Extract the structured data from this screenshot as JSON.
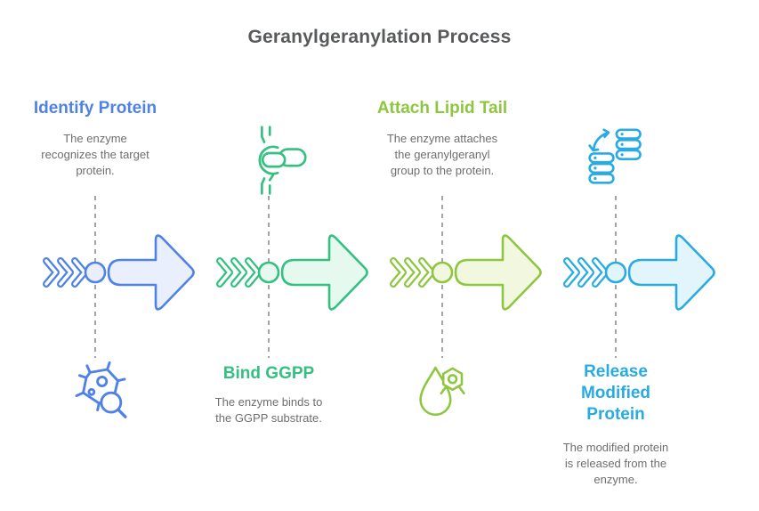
{
  "title": "Geranylgeranylation Process",
  "steps": [
    {
      "title": "Identify Protein",
      "description": "The enzyme\nrecognizes the target\nprotein.",
      "accent": "#4f82e8",
      "arrow_fill": "#e9effc",
      "icon": "microbe-search-icon",
      "text_position": "top",
      "icon_position": "bottom"
    },
    {
      "title": "Bind GGPP",
      "description": "The enzyme binds to\nthe GGPP substrate.",
      "accent": "#34c081",
      "arrow_fill": "#e6f9ef",
      "icon": "receptor-binding-icon",
      "text_position": "bottom",
      "icon_position": "top"
    },
    {
      "title": "Attach Lipid Tail",
      "description": "The enzyme attaches\nthe geranylgeranyl\ngroup to the protein.",
      "accent": "#8dc63f",
      "arrow_fill": "#f2f8e0",
      "icon": "lipid-droplet-icon",
      "text_position": "top",
      "icon_position": "bottom"
    },
    {
      "title": "Release Modified Protein",
      "description": "The modified protein\nis released from the\nenzyme.",
      "accent": "#29abe2",
      "arrow_fill": "#e2f4fc",
      "icon": "release-stacks-icon",
      "text_position": "bottom",
      "icon_position": "top"
    }
  ],
  "colors": {
    "heading_text": "#58595b",
    "body_text": "#6d6e71",
    "connector_dash": "#a2a5a8",
    "background": "#ffffff"
  }
}
